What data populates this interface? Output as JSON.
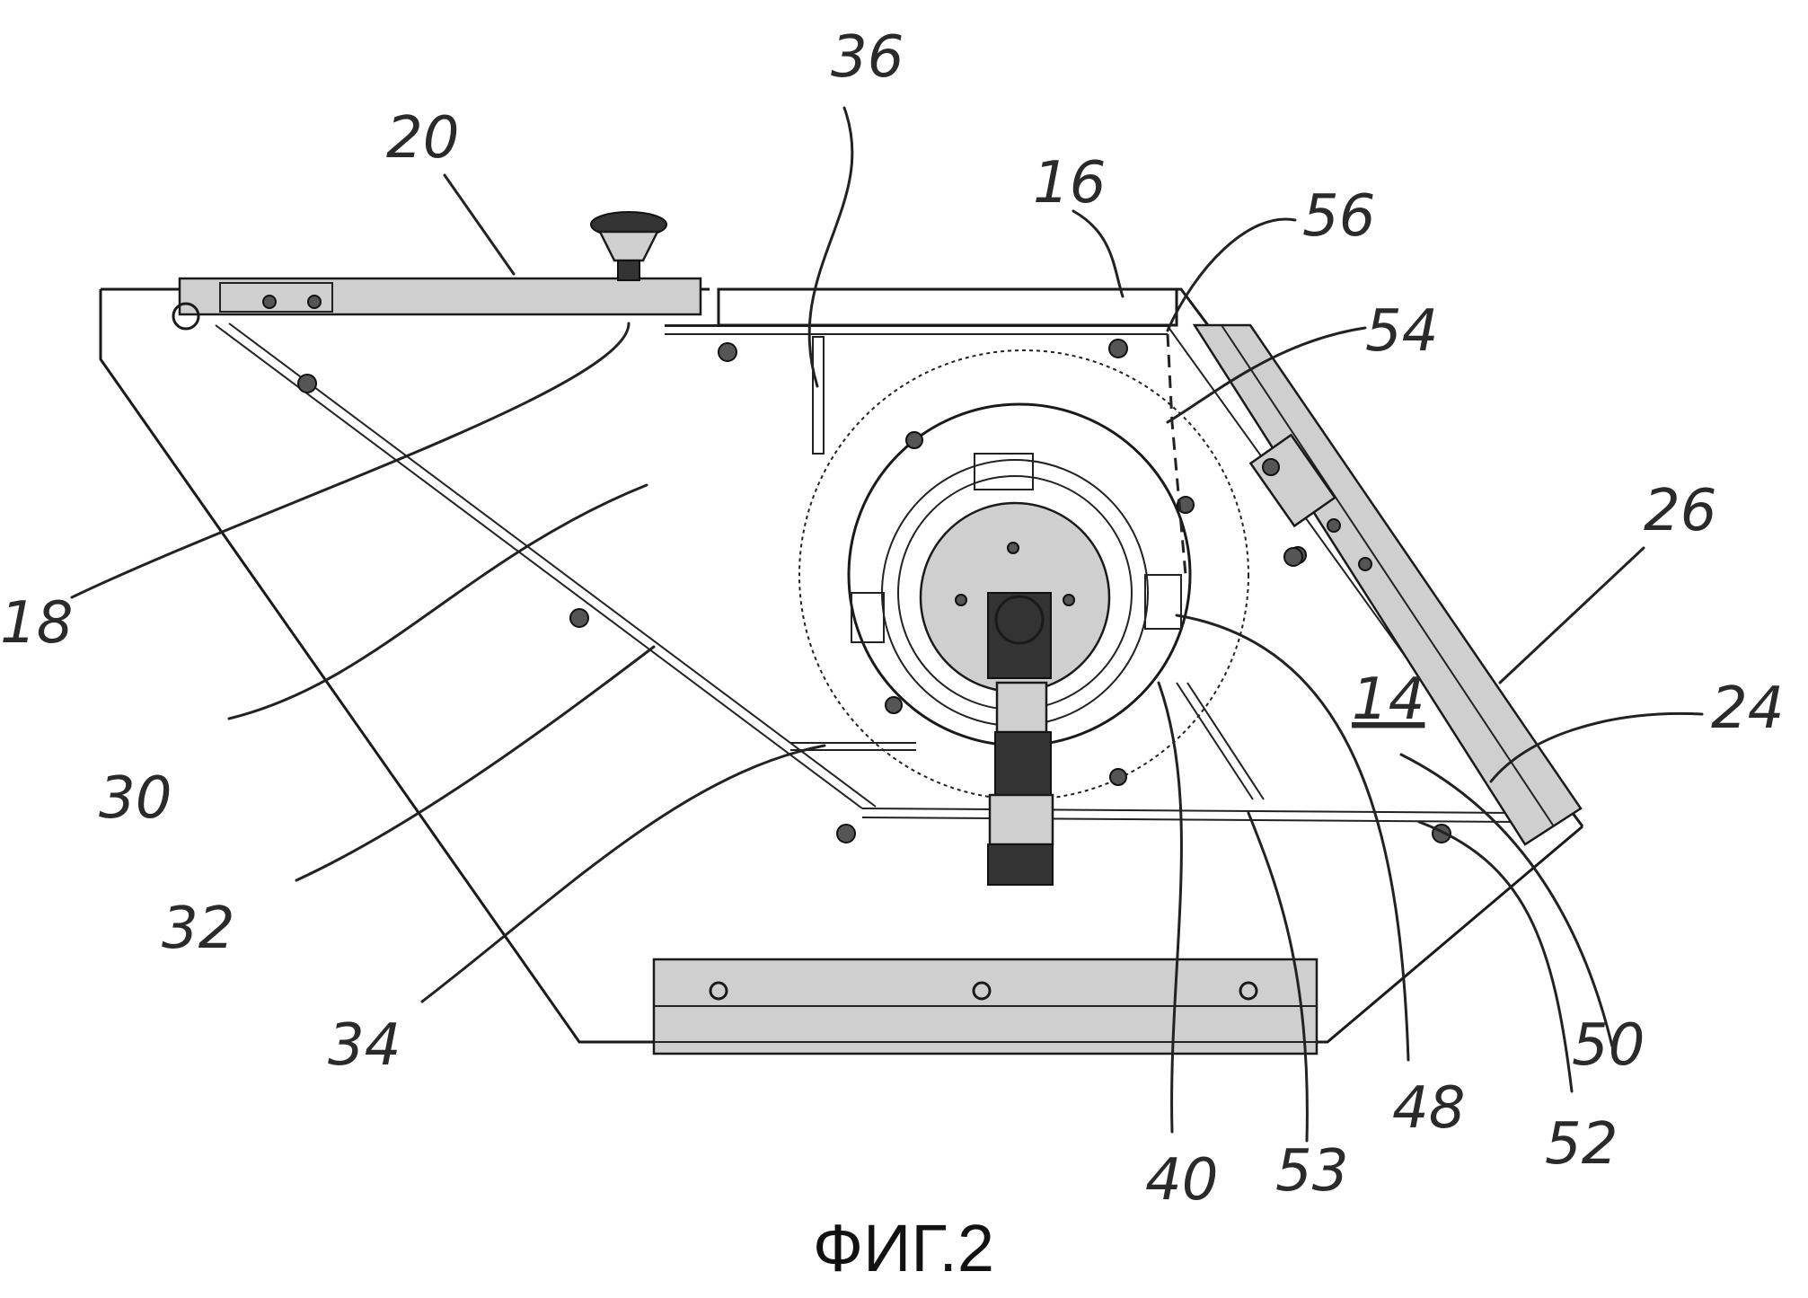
{
  "figure": {
    "caption": "ФИГ.2",
    "reference_numerals": {
      "n14": "14",
      "n16": "16",
      "n18": "18",
      "n20": "20",
      "n24": "24",
      "n26": "26",
      "n30": "30",
      "n32": "32",
      "n34": "34",
      "n36": "36",
      "n40": "40",
      "n48": "48",
      "n50": "50",
      "n52": "52",
      "n53": "53",
      "n54": "54",
      "n56": "56"
    }
  }
}
